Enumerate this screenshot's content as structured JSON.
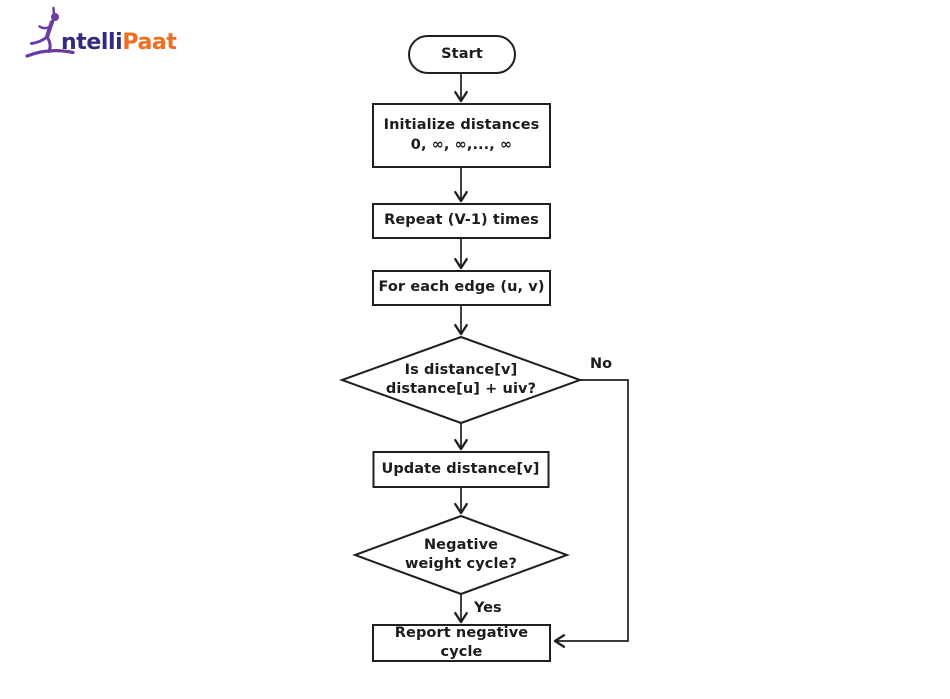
{
  "logo": {
    "text_dark": "ntelli",
    "text_accent": "Paat",
    "colors": {
      "dark": "#322a7d",
      "accent": "#f26d1f",
      "figure": "#6a3ca1"
    }
  },
  "flowchart": {
    "stroke_color": "#1f1f1f",
    "background": "#ffffff",
    "nodes": {
      "start": {
        "label": "Start"
      },
      "initialize": {
        "line1": "Initialize distances",
        "line2": "0, ∞, ∞,..., ∞"
      },
      "repeat": {
        "label": "Repeat (V-1) times"
      },
      "foreach": {
        "label": "For each edge (u, v)"
      },
      "decision_relax": {
        "line1": "Is distance[v]",
        "line2": "distance[u] + uiv?"
      },
      "update": {
        "label": "Update distance[v]"
      },
      "decision_cycle": {
        "line1": "Negative",
        "line2": "weight cycle?"
      },
      "report": {
        "label": "Report negative cycle"
      }
    },
    "edge_labels": {
      "no": "No",
      "yes": "Yes"
    }
  }
}
